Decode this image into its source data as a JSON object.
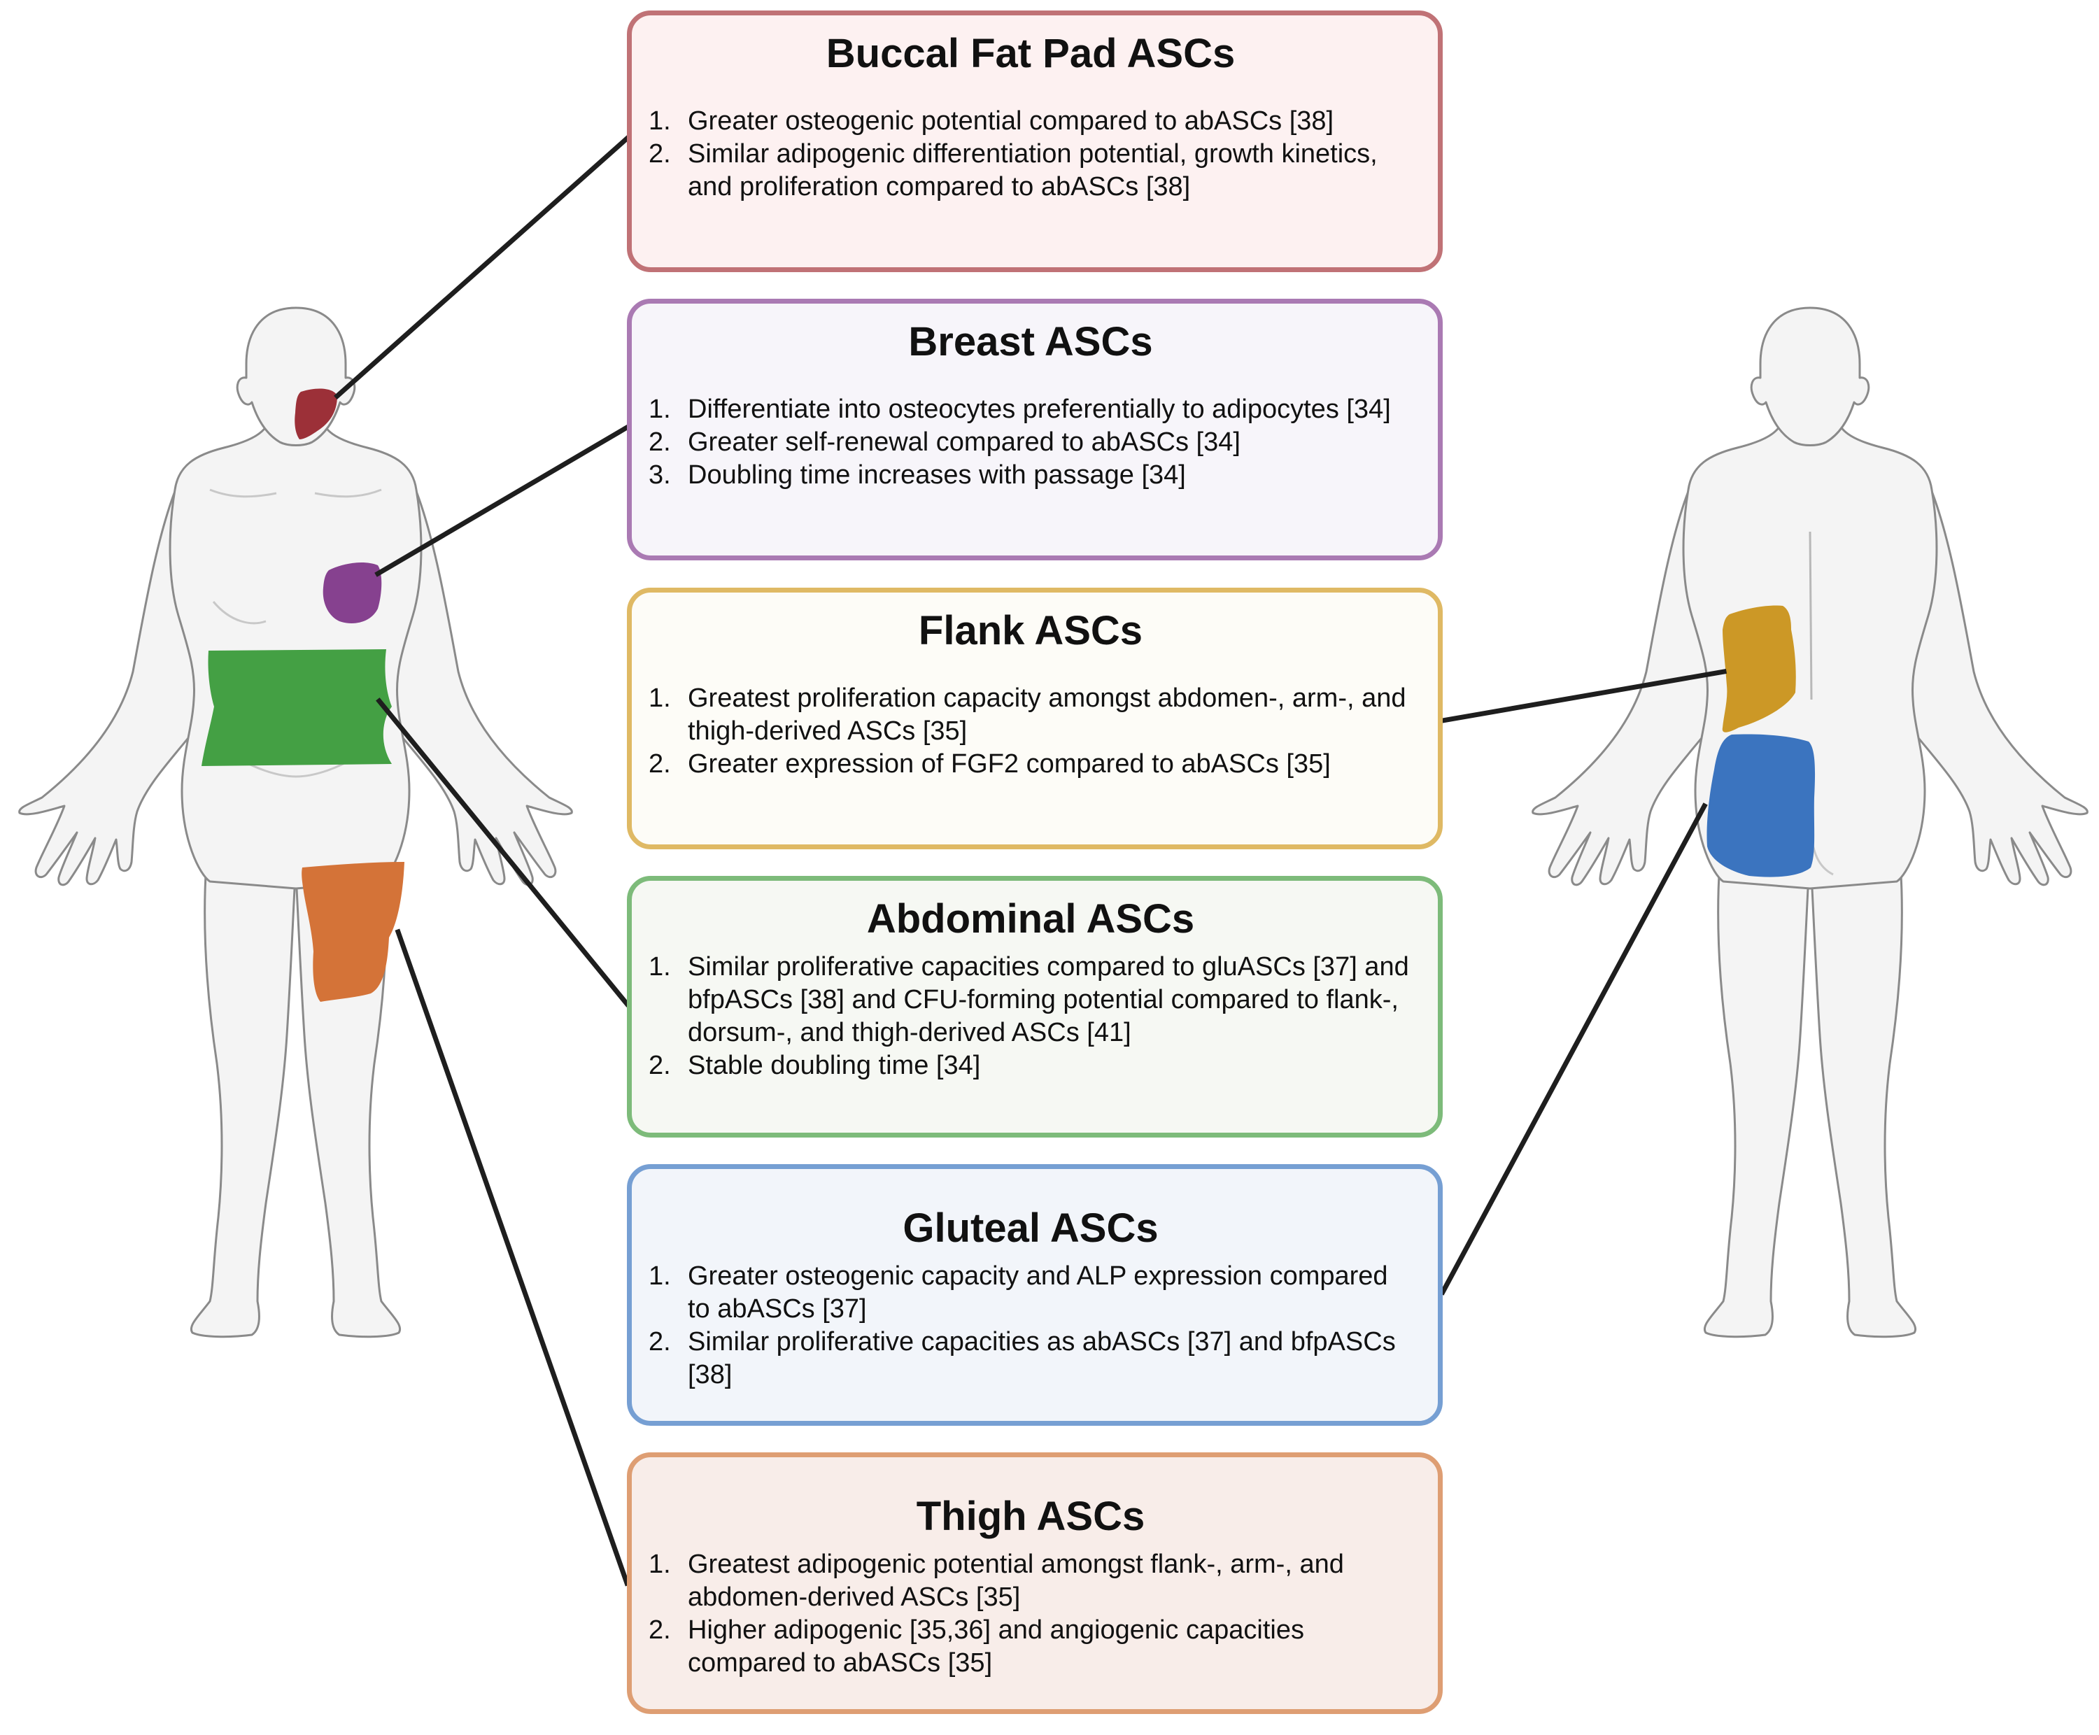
{
  "figure": {
    "front_view_label": "female-body-front",
    "back_view_label": "female-body-back",
    "skin_fill": "#f4f4f4",
    "skin_shadow": "#e0e0e0",
    "skin_outline": "#8a8a8a",
    "connector_color": "#1e1e1e"
  },
  "regions": [
    {
      "id": "buccal",
      "name": "Buccal fat pad",
      "view": "front",
      "color": "#9c3038"
    },
    {
      "id": "breast",
      "name": "Breast",
      "view": "front",
      "color": "#86418f"
    },
    {
      "id": "abdominal",
      "name": "Abdomen",
      "view": "front",
      "color": "#44a044"
    },
    {
      "id": "thigh",
      "name": "Thigh",
      "view": "front",
      "color": "#d47338"
    },
    {
      "id": "flank",
      "name": "Flank",
      "view": "back",
      "color": "#cc9826"
    },
    {
      "id": "gluteal",
      "name": "Gluteal",
      "view": "back",
      "color": "#3b74bf"
    }
  ],
  "boxes": [
    {
      "id": "buccal",
      "title": "Buccal Fat Pad ASCs",
      "border": "#c07276",
      "bg": "#fdf1f1",
      "items": [
        {
          "num": "1.",
          "text": "Greater osteogenic potential compared to abASCs [38]"
        },
        {
          "num": "2.",
          "text": "Similar adipogenic differentiation potential, growth kinetics, and proliferation compared to abASCs [38]"
        }
      ]
    },
    {
      "id": "breast",
      "title": "Breast ASCs",
      "border": "#aa7ab3",
      "bg": "#f7f5fa",
      "items": [
        {
          "num": "1.",
          "text": "Differentiate into osteocytes preferentially to adipocytes [34]"
        },
        {
          "num": "2.",
          "text": "Greater self-renewal compared to abASCs [34]"
        },
        {
          "num": "3.",
          "text": "Doubling time increases with passage [34]"
        }
      ]
    },
    {
      "id": "flank",
      "title": "Flank ASCs",
      "border": "#dfb964",
      "bg": "#fdfcf7",
      "items": [
        {
          "num": "1.",
          "text": "Greatest proliferation capacity amongst abdomen-, arm-, and thigh-derived ASCs [35]"
        },
        {
          "num": "2.",
          "text": "Greater expression of FGF2 compared to abASCs [35]"
        }
      ]
    },
    {
      "id": "abdominal",
      "title": "Abdominal ASCs",
      "border": "#7dbb7a",
      "bg": "#f6f8f3",
      "items": [
        {
          "num": "1.",
          "text": "Similar proliferative capacities compared to gluASCs [37] and bfpASCs [38] and CFU-forming potential compared to flank-, dorsum-, and thigh-derived ASCs [41]"
        },
        {
          "num": "2.",
          "text": "Stable doubling time [34]"
        }
      ]
    },
    {
      "id": "gluteal",
      "title": "Gluteal ASCs",
      "border": "#769fd3",
      "bg": "#f2f5fa",
      "items": [
        {
          "num": "1.",
          "text": "Greater osteogenic capacity and ALP expression compared to abASCs [37]"
        },
        {
          "num": "2.",
          "text": "Similar proliferative capacities as abASCs [37] and bfpASCs [38]"
        }
      ]
    },
    {
      "id": "thigh",
      "title": "Thigh ASCs",
      "border": "#de9e73",
      "bg": "#f8ede9",
      "items": [
        {
          "num": "1.",
          "text": "Greatest adipogenic potential amongst flank-, arm-, and abdomen-derived ASCs [35]"
        },
        {
          "num": "2.",
          "text": "Higher adipogenic [35,36] and angiogenic capacities compared to abASCs [35]"
        }
      ]
    }
  ]
}
